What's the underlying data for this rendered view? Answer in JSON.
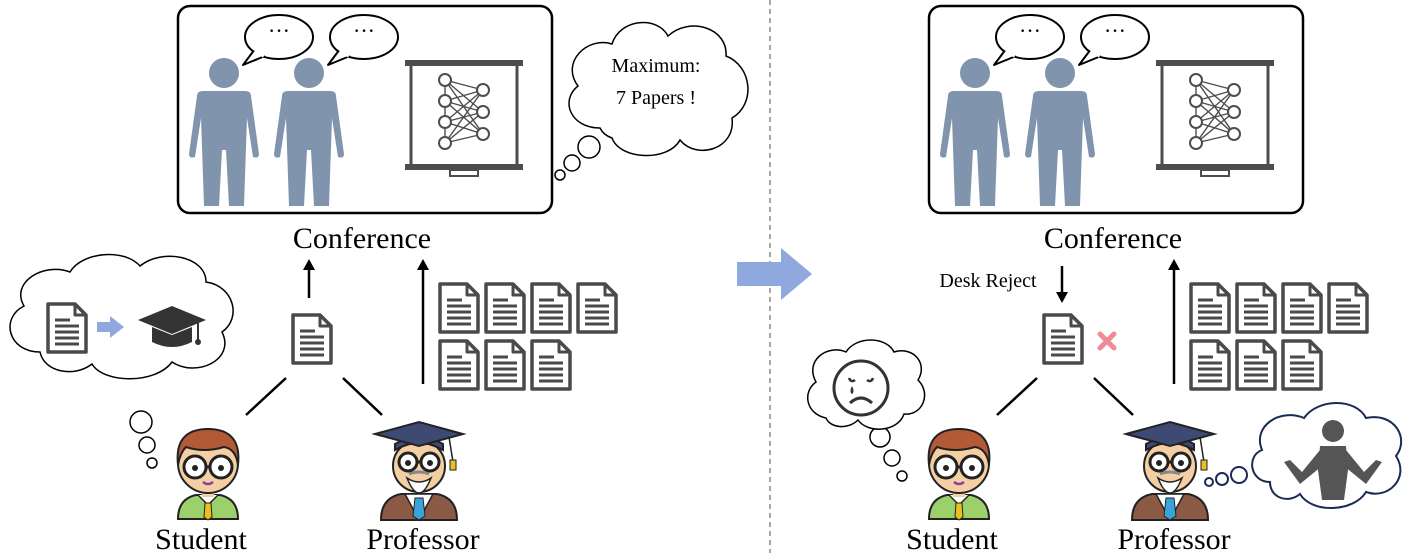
{
  "labels": {
    "conference": "Conference",
    "student": "Student",
    "professor": "Professor",
    "desk_reject": "Desk Reject",
    "maximum_line1": "Maximum:",
    "maximum_line2": "7 Papers !",
    "speech": "···"
  },
  "counts": {
    "professor_papers": 7
  },
  "colors": {
    "person": "#8094ad",
    "doc": "#4a4a4a",
    "transition_arrow": "#8fa8dd",
    "reject_mark": "#f08a96",
    "skin": "#f5cfa4",
    "student_hair": "#b25a36",
    "student_shirt": "#9bd06a",
    "professor_coat": "#8a5a44",
    "professor_cap": "#3f4a73",
    "tie": "#3aa3d9",
    "tassel": "#e8c020"
  },
  "icons": [
    "audience-person-icon",
    "speech-bubble-icon",
    "projector-screen-icon",
    "neural-network-icon",
    "document-icon",
    "graduation-cap-icon",
    "thought-cloud-icon",
    "sad-face-icon",
    "shrug-person-icon",
    "reject-x-icon",
    "student-avatar",
    "professor-avatar"
  ]
}
